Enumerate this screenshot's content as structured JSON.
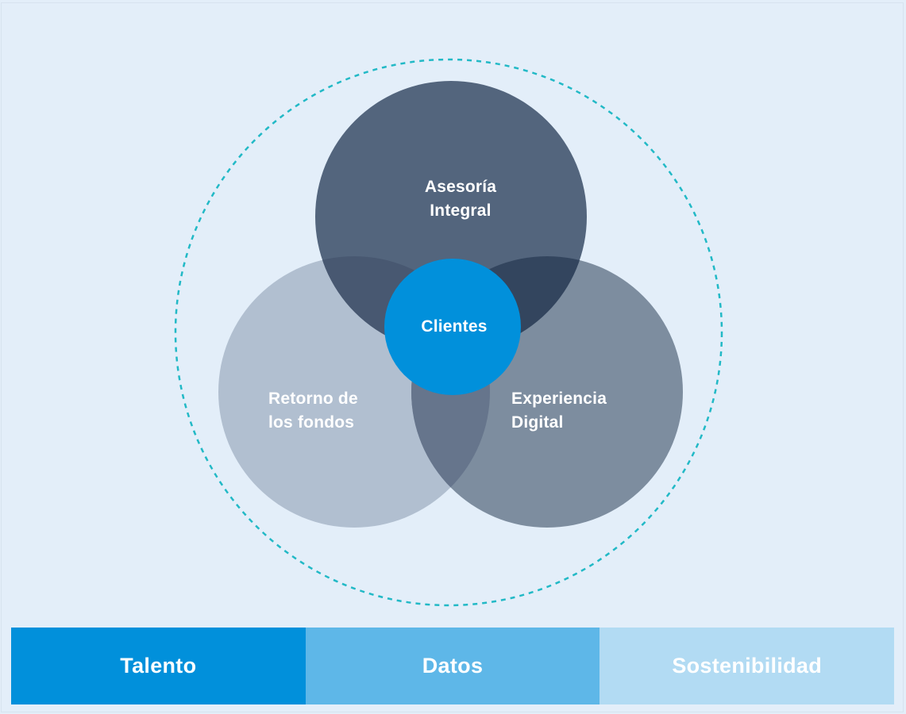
{
  "diagram": {
    "circles": {
      "asesoria": {
        "line1": "Asesoría",
        "line2": "Integral",
        "color": "#4e5f7a"
      },
      "retorno": {
        "line1": "Retorno de",
        "line2": "los fondos",
        "color": "#a9b8cc"
      },
      "experiencia": {
        "line1": "Experiencia",
        "line2": "Digital",
        "color": "#76889d"
      },
      "clientes": {
        "label": "Clientes",
        "color": "#0190db"
      }
    },
    "outer_ring_color": "#22b9c6"
  },
  "pillars": [
    {
      "label": "Talento",
      "color": "#0190db"
    },
    {
      "label": "Datos",
      "color": "#5eb7e8"
    },
    {
      "label": "Sostenibilidad",
      "color": "#b2dbf3"
    }
  ]
}
